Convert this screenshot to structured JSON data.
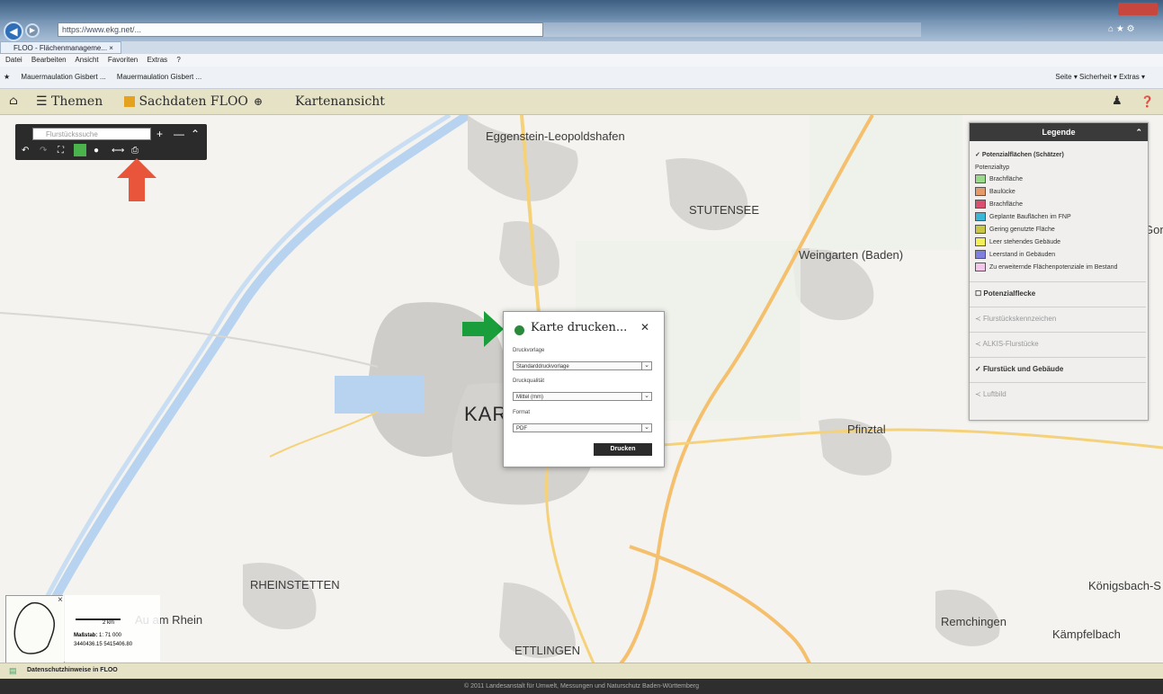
{
  "browser": {
    "url": "https://www.ekg.net/...",
    "tab_title": "FLOO - Flächenmanageme... ×",
    "menu_items": [
      "Datei",
      "Bearbeiten",
      "Ansicht",
      "Favoriten",
      "Extras",
      "?"
    ],
    "favorites": [
      "Mauermaulation Gisbert ...",
      "Mauermaulation Gisbert ..."
    ],
    "right_tools": "Seite ▾  Sicherheit ▾  Extras ▾"
  },
  "app_header": {
    "home_icon": "home-icon",
    "themen_label": "Themen",
    "sachdaten_label": "Sachdaten FLOO",
    "kartenansicht_label": "Kartenansicht"
  },
  "toolbox": {
    "search_placeholder": "Flurstückssuche"
  },
  "map": {
    "towns": {
      "eggenstein": "Eggenstein-Leopoldshafen",
      "stutensee": "STUTENSEE",
      "weingarten": "Weingarten (Baden)",
      "karlsruhe": "KAR",
      "pfinztal": "Pfinztal",
      "rheinstetten": "RHEINSTETTEN",
      "au": "Au am Rhein",
      "ettlingen": "ETTLINGEN",
      "remchingen": "Remchingen",
      "kaempfelbach": "Kämpfelbach",
      "koenigsbach": "Königsbach-S",
      "gon": "Gon"
    }
  },
  "legend": {
    "title": "Legende",
    "group1": "Potenzialflächen (Schätzer)",
    "subtitle": "Potenzialtyp",
    "items": [
      {
        "label": "Brachfläche",
        "color": "#98d98a"
      },
      {
        "label": "Baulücke",
        "color": "#e59a6b"
      },
      {
        "label": "Brachfläche",
        "color": "#d94f6f"
      },
      {
        "label": "Geplante Bauflächen im FNP",
        "color": "#3ab7d8"
      },
      {
        "label": "Gering genutzte Fläche",
        "color": "#c8c646"
      },
      {
        "label": "Leer stehendes Gebäude",
        "color": "#f5f05a"
      },
      {
        "label": "Leerstand in Gebäuden",
        "color": "#7f7fe0"
      },
      {
        "label": "Zu erweiternde Flächenpotenziale im Bestand",
        "color": "#f3c6ea"
      }
    ],
    "sections": [
      "Potenzialflecke",
      "Flurstückskennzeichen",
      "ALKIS-Flurstücke",
      "Flurstück und Gebäude",
      "Luftbild"
    ]
  },
  "dialog": {
    "title": "Karte drucken...",
    "close": "✕",
    "label1": "Druckvorlage",
    "value1": "Standarddruckvorlage",
    "label2": "Druckqualität",
    "value2": "Mittel (mm)",
    "label3": "Format",
    "value3": "PDF",
    "print_button": "Drucken"
  },
  "scale": {
    "bar_label": "2 km",
    "massstab_label": "Maßstab:",
    "massstab_value": "1: 71 000",
    "coords": "3440436.15  5415406.80"
  },
  "status": {
    "datenschutz": "Datenschutzhinweise in FLOO"
  },
  "footer": {
    "text": "© 2011 Landesanstalt für Umwelt, Messungen und Naturschutz Baden-Württemberg"
  },
  "colors": {
    "header_bg": "#e6e2c6",
    "arrow_red": "#e8553a",
    "arrow_green": "#1a9e3b"
  }
}
